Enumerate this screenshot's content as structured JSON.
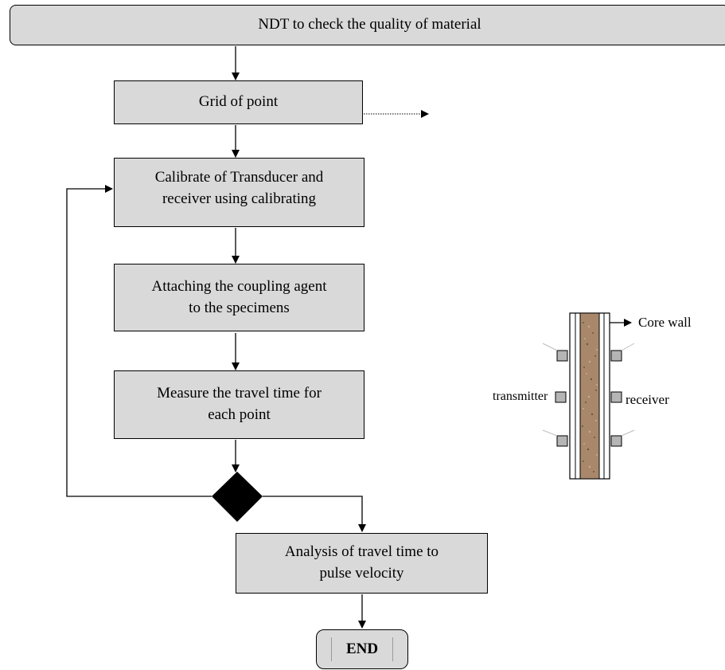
{
  "title": "NDT to check the quality of material",
  "steps": {
    "grid": "Grid of point",
    "calibrate_line1": "Calibrate of Transducer and",
    "calibrate_line2": "receiver using calibrating",
    "attach_line1": "Attaching the coupling agent",
    "attach_line2": "to the specimens",
    "measure_line1": "Measure the travel time for",
    "measure_line2": "each point",
    "analysis_line1": "Analysis of travel time to",
    "analysis_line2": "pulse velocity",
    "end": "END"
  },
  "specimen": {
    "core_wall": "Core wall",
    "transmitter": "transmitter",
    "receiver": "receiver"
  },
  "colors": {
    "box_fill": "#d9d9d9",
    "grid_fill": "#e3e3e3",
    "core_fill": "#a8876a"
  }
}
